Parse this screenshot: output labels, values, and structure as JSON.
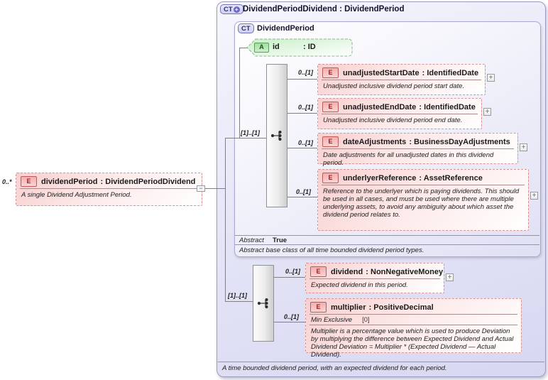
{
  "diagram": {
    "root": {
      "badge": "CT",
      "title": "DividendPeriodDividend : DividendPeriod",
      "annotation": "A time bounded dividend period, with an expected dividend for each period."
    },
    "base": {
      "badge": "CT",
      "title": "DividendPeriod",
      "attribute": {
        "badge": "A",
        "name": "id",
        "type": ": ID"
      },
      "abstract_label": "Abstract",
      "abstract_value": "True",
      "annotation": "Abstract base class of all time bounded dividend period types."
    },
    "source_element": {
      "cardinality": "0..*",
      "badge": "E",
      "name": "dividendPeriod",
      "type": ": DividendPeriodDividend",
      "annotation": "A single Dividend Adjustment Period.",
      "collapse_glyph": "−"
    },
    "sequences": [
      {
        "cardinality": "[1]..[1]"
      },
      {
        "cardinality": "[1]..[1]"
      }
    ],
    "base_elements": [
      {
        "cardinality": "0..[1]",
        "badge": "E",
        "name": "unadjustedStartDate",
        "type": ": IdentifiedDate",
        "annotation": "Unadjusted inclusive dividend period start date.",
        "expand_glyph": "+"
      },
      {
        "cardinality": "0..[1]",
        "badge": "E",
        "name": "unadjustedEndDate",
        "type": ": IdentifiedDate",
        "annotation": "Unadjusted inclusive dividend period end date.",
        "expand_glyph": "+"
      },
      {
        "cardinality": "0..[1]",
        "badge": "E",
        "name": "dateAdjustments",
        "type": ": BusinessDayAdjustments",
        "annotation": "Date adjustments for all unadjusted dates in this dividend period.",
        "expand_glyph": "+"
      },
      {
        "cardinality": "0..[1]",
        "badge": "E",
        "name": "underlyerReference",
        "type": ": AssetReference",
        "annotation": "Reference to the underlyer which is paying dividends. This should be used in all cases, and must be used where there are multiple underlying assets, to avoid any ambiguity about which asset the dividend period relates to.",
        "expand_glyph": "+"
      }
    ],
    "own_elements": [
      {
        "cardinality": "0..[1]",
        "badge": "E",
        "name": "dividend",
        "type": ": NonNegativeMoney",
        "annotation": "Expected dividend in this period.",
        "expand_glyph": "+"
      },
      {
        "cardinality": "0..[1]",
        "badge": "E",
        "name": "multiplier",
        "type": ": PositiveDecimal",
        "facet_label": "Min Exclusive",
        "facet_value": "[0]",
        "annotation": "Multiplier is a percentage value which is used to produce Deviation by multiplying the difference between Expected Dividend and Actual Dividend Deviation = Multiplier * (Expected Dividend — Actual Dividend)."
      }
    ]
  }
}
